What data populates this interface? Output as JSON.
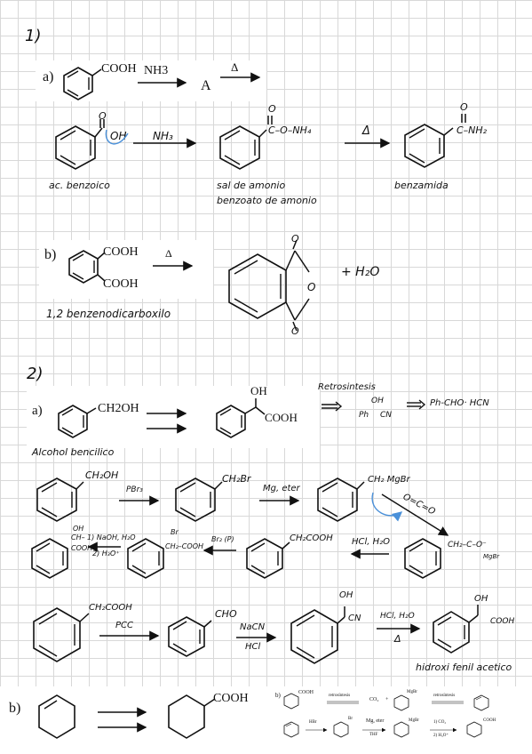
{
  "problem1": {
    "number": "1)",
    "a": {
      "label": "a)",
      "reactant_group": "COOH",
      "reagent": "NH3",
      "product_symbol": "A",
      "heat": "Δ",
      "step_oh": "OH",
      "step_reagent": "NH₃",
      "salt_group": "C–O–NH₄",
      "amide_group": "C–NH₂",
      "o_label": "O",
      "heat2": "Δ",
      "name_acid": "ac. benzoico",
      "name_salt_1": "sal de amonio",
      "name_salt_2": "benzoato de amonio",
      "name_amide": "benzamida"
    },
    "b": {
      "label": "b)",
      "cooh_top": "COOH",
      "cooh_bottom": "COOH",
      "heat": "Δ",
      "name": "1,2 benzenodicarboxilo",
      "o_top": "O",
      "o_mid": "O",
      "o_bottom": "O",
      "water": "+ H₂O"
    }
  },
  "problem2": {
    "number": "2)",
    "a": {
      "label": "a)",
      "reactant_group": "CH2OH",
      "product_oh": "OH",
      "product_cooh": "COOH",
      "retro_title": "Retrosintesis",
      "retro_oh": "OH",
      "retro_ph": "Ph",
      "retro_cn": "CN",
      "retro_result": "Ph-CHO· HCN",
      "name_reactant": "Alcohol bencilico",
      "r1_group": "CH₂OH",
      "r1_reagent": "PBr₃",
      "r2_group": "CH₂Br",
      "r2_reagent": "Mg, eter",
      "r3_group": "CH₂ MgBr",
      "co2": "O=C=O",
      "oh_small": "OH",
      "ch_small": "CH–",
      "cooh_small": "COOH",
      "steps_small_1": "1) NaOH, H₂O",
      "steps_small_2": "2) H₃O⁺",
      "br_small": "Br",
      "br_chain": "CH₂–COOH",
      "br_reagent": "Br₂ (P)",
      "acid_group": "CH₂COOH",
      "hcl_reagent": "HCl, H₂O",
      "carboxylate": "CH₂–C–O⁻",
      "mgbr": "MgBr",
      "row3_group": "CH₂COOH",
      "row3_reagent": "PCC",
      "cho": "CHO",
      "nacn": "NaCN",
      "hcl": "HCl",
      "oh3": "OH",
      "cn3": "CN",
      "hcl_h2o": "HCl, H₂O",
      "heat": "Δ",
      "oh4": "OH",
      "cooh4": "COOH",
      "name_final": "hidroxi fenil acetico"
    },
    "b": {
      "label": "b)",
      "product_group": "COOH",
      "inset": {
        "label": "b)",
        "top_group": "COOH",
        "retro1": "retrosíntesis",
        "co2": "CO₂",
        "plus": "+",
        "mgbr": "MgBr",
        "retro2": "retrosíntesis",
        "hbr": "HBr",
        "br": "Br",
        "mg_eter": "Mg, eter",
        "thf": "THF",
        "mgbr2": "MgBr",
        "step1": "1) CO₂",
        "step2": "2) H₃O⁺",
        "cooh_end": "COOH"
      }
    }
  }
}
